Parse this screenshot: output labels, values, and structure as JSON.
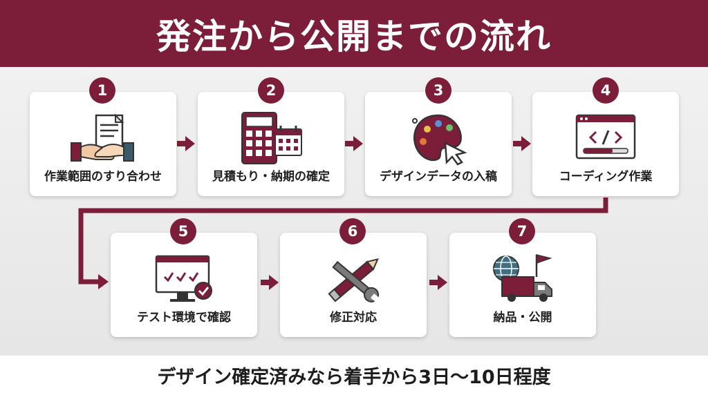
{
  "title": "発注から公開までの流れ",
  "footer": "デザイン確定済みなら着手から3日〜10日程度",
  "colors": {
    "accent": "#7c1e3a",
    "card": "#ffffff",
    "background": "#ececec"
  },
  "steps": [
    {
      "number": "1",
      "label": "作業範囲のすり合わせ",
      "icon": "handshake-document-icon"
    },
    {
      "number": "2",
      "label": "見積もり・納期の確定",
      "icon": "calculator-calendar-icon"
    },
    {
      "number": "3",
      "label": "デザインデータの入稿",
      "icon": "palette-cursor-icon"
    },
    {
      "number": "4",
      "label": "コーディング作業",
      "icon": "code-window-icon"
    },
    {
      "number": "5",
      "label": "テスト環境で確認",
      "icon": "monitor-check-icon"
    },
    {
      "number": "6",
      "label": "修正対応",
      "icon": "pencil-wrench-icon"
    },
    {
      "number": "7",
      "label": "納品・公開",
      "icon": "globe-truck-flag-icon"
    }
  ]
}
